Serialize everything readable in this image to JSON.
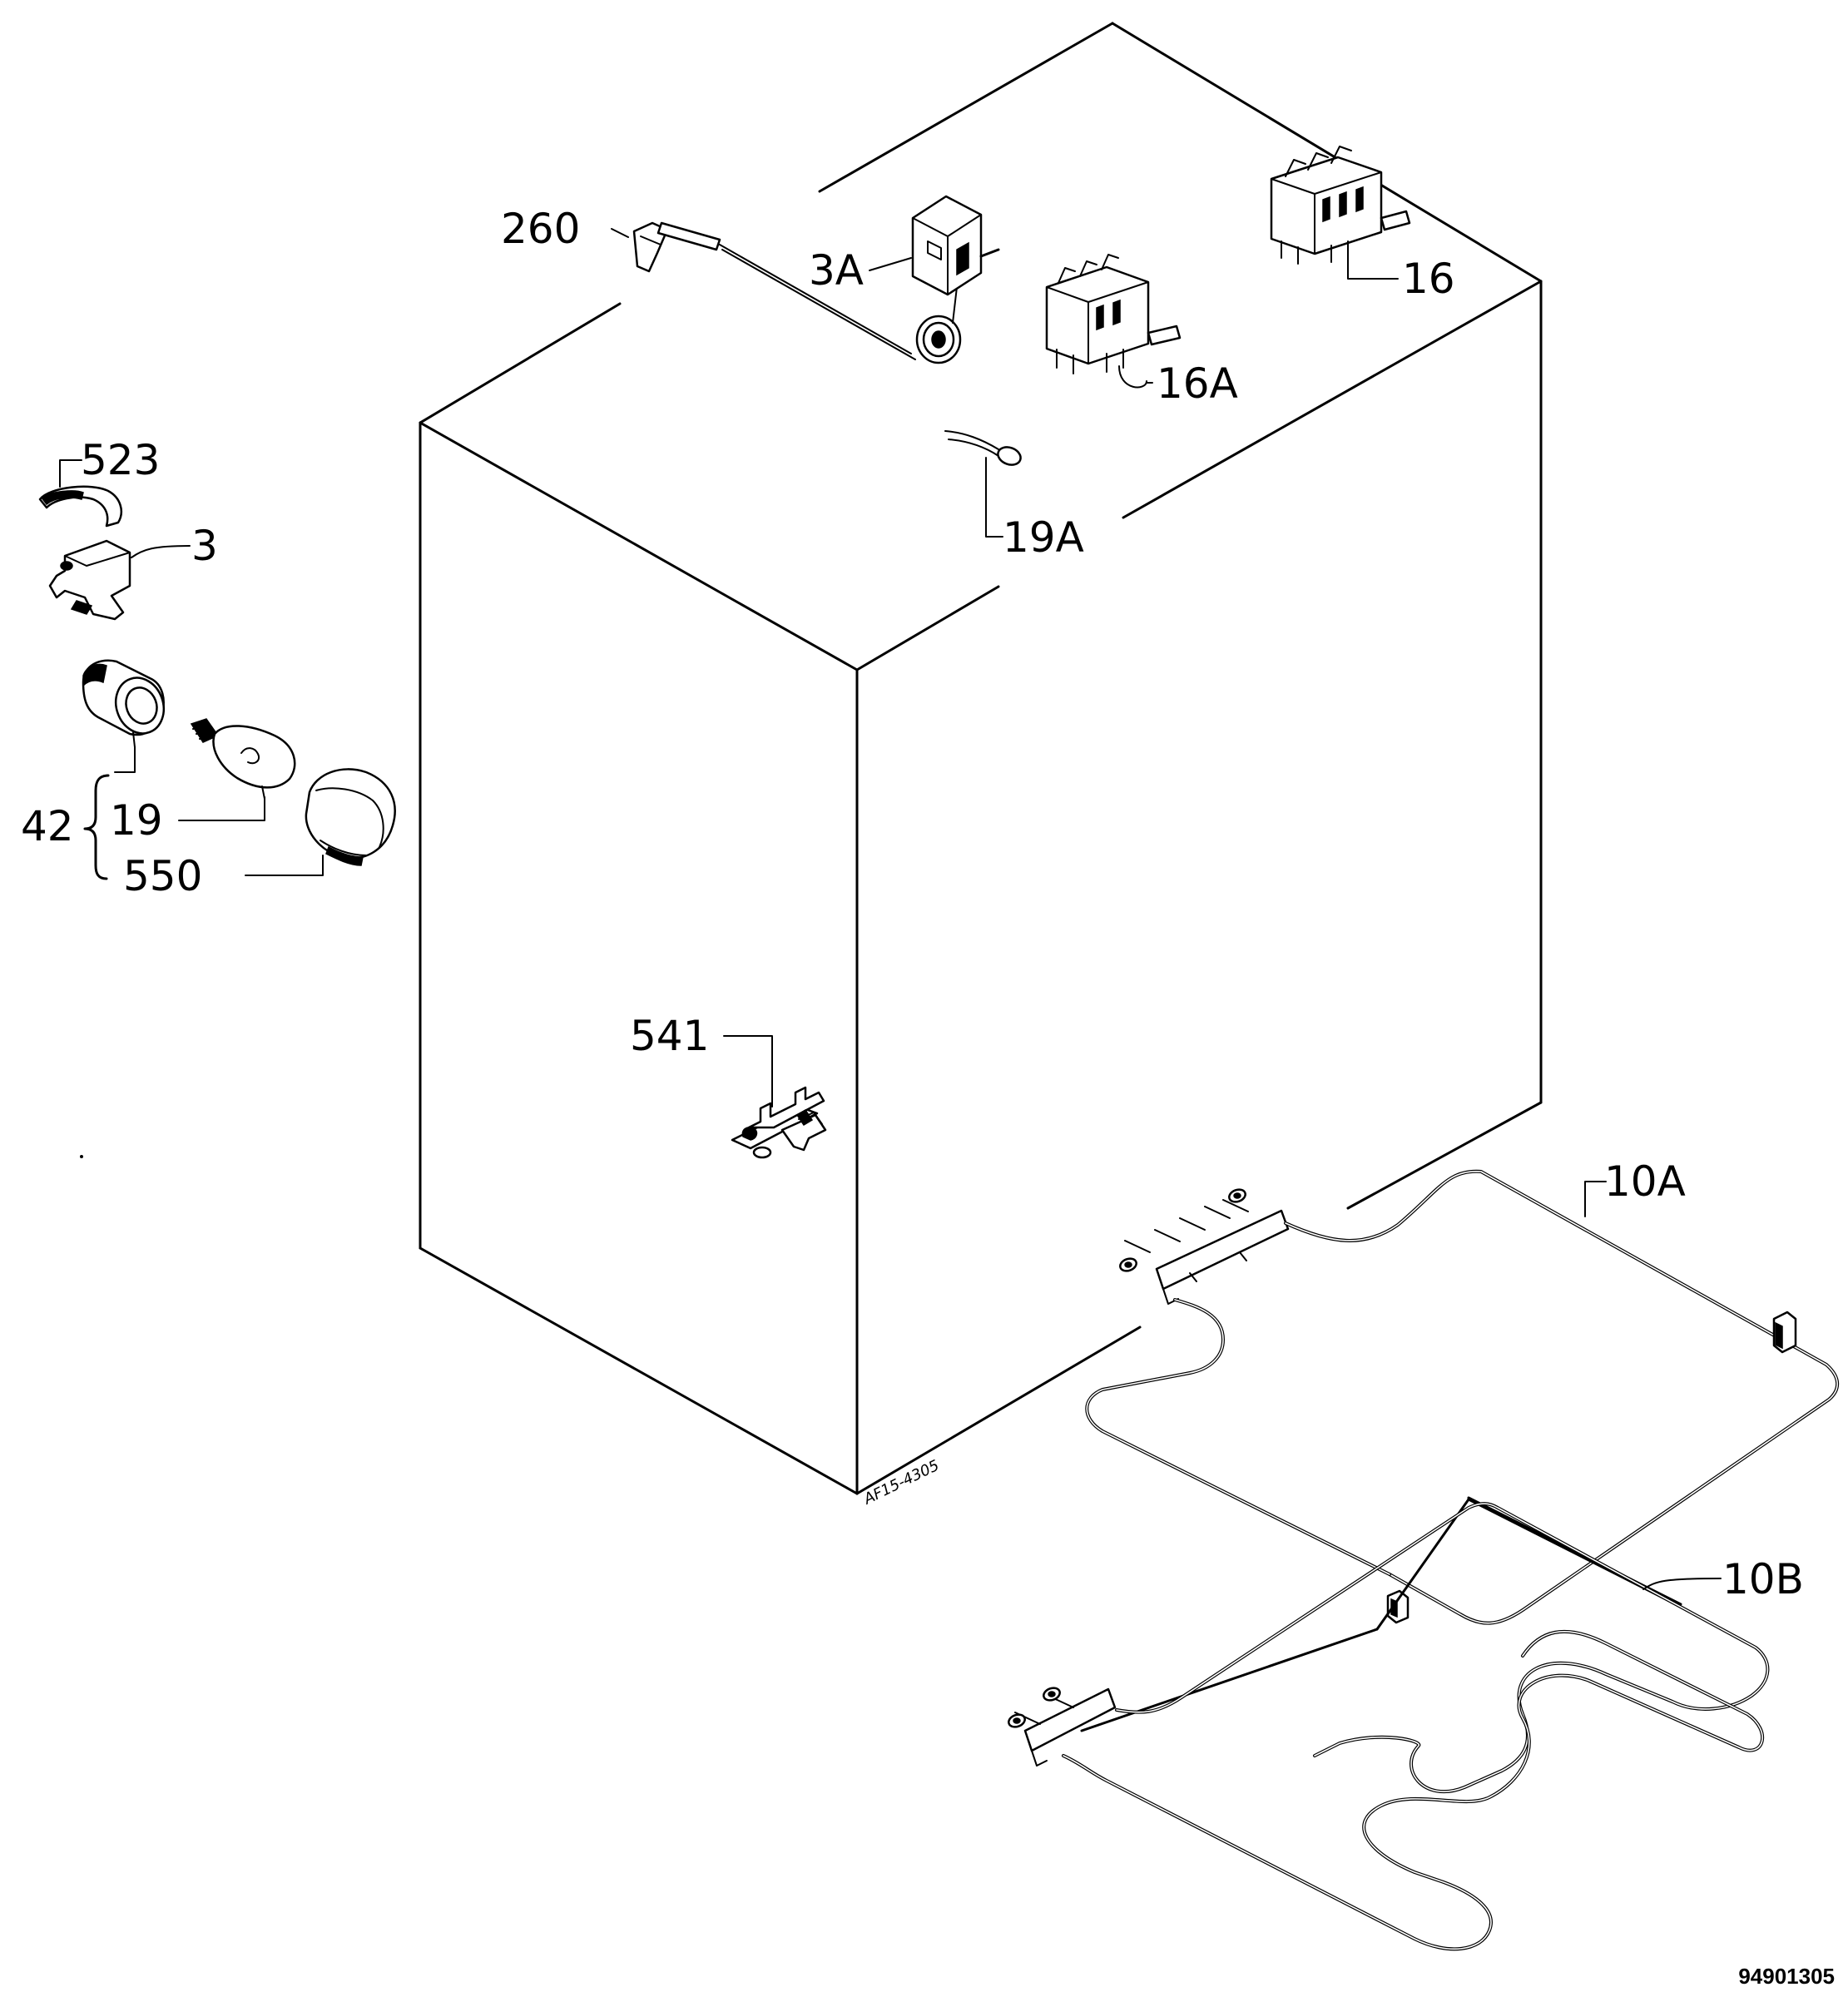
{
  "labels": {
    "l260": "260",
    "l3A": "3A",
    "l16": "16",
    "l16A": "16A",
    "l19A": "19A",
    "l523": "523",
    "l3": "3",
    "l42": "42",
    "l19": "19",
    "l550": "550",
    "l541": "541",
    "l10A": "10A",
    "l10B": "10B"
  },
  "drawing_reference": "94901305",
  "cabinet_mark": "AF15-4305"
}
